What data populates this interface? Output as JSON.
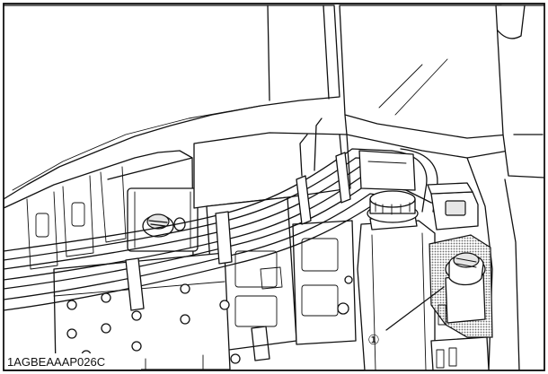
{
  "figure": {
    "code": "1AGBEAAAP026C",
    "callouts": [
      {
        "number": "①",
        "target": "reservoir-highlight"
      }
    ],
    "colors": {
      "line": "#111111",
      "background": "#ffffff",
      "highlight_dots": "#6d6d6d"
    }
  }
}
